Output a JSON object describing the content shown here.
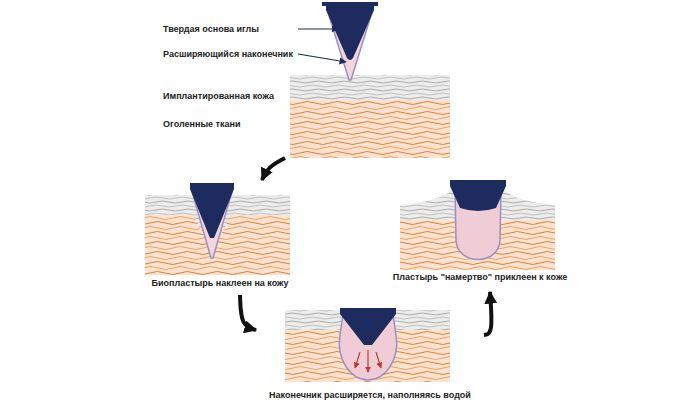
{
  "diagram": {
    "nodes": [
      {
        "text": [
          "Твердая основа иглы",
          "Расширяющийся наконечник",
          "Имплантированная кожа",
          "Оголенные ткани"
        ]
      },
      {
        "text": [
          "Биопластырь наклеен на кожу"
        ]
      },
      {
        "text": [
          "Наконечник расширяется, наполняясь водой"
        ]
      },
      {
        "text": [
          "Пластырь \"намертво\" приклеен к коже"
        ]
      }
    ],
    "edges": [
      {
        "from": 0,
        "to": 1,
        "arrow": "to"
      },
      {
        "from": 1,
        "to": 2,
        "arrow": "to"
      },
      {
        "from": 2,
        "to": 3,
        "arrow": "to"
      }
    ]
  }
}
